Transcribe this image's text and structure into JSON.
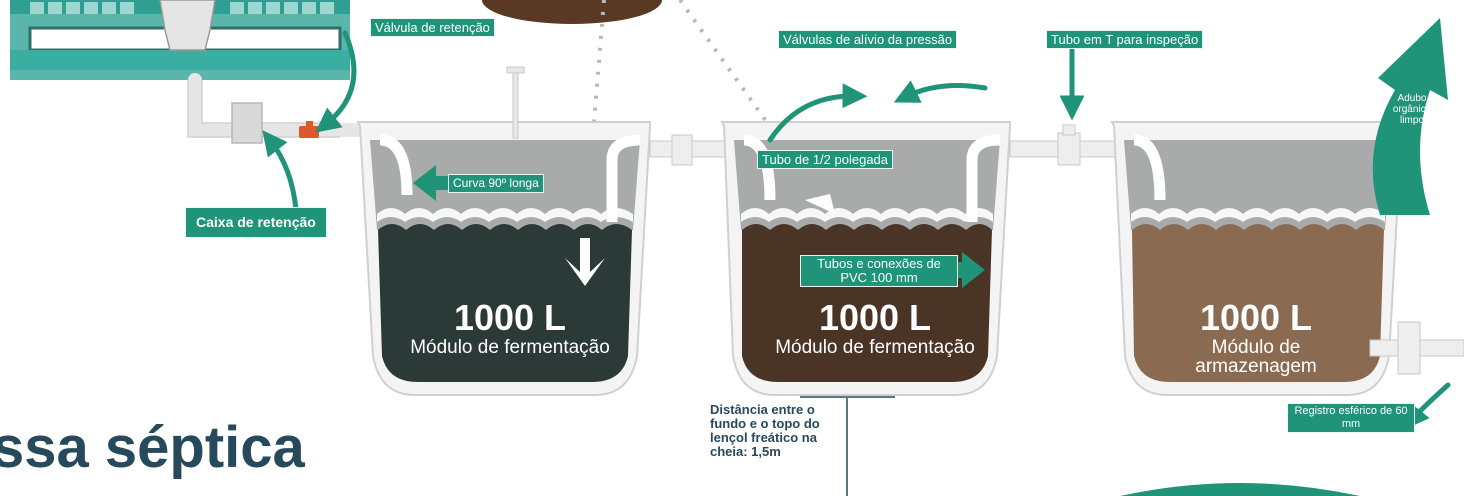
{
  "labels": {
    "valvula_retencao": "Válvula de retenção",
    "valvulas_alivio": "Válvulas de alívio da pressão",
    "tubo_t": "Tubo em T para inspeção",
    "curva": "Curva 90º longa",
    "tubo_meia": "Tubo de 1/2 polegada",
    "caixa_retencao": "Caixa de retenção",
    "tubos_conexoes": "Tubos e conexões de PVC 100 mm",
    "registro": "Registro esférico de 60 mm",
    "adubo": "Adubo orgânico limpo"
  },
  "tanks": [
    {
      "volume": "1000 L",
      "name": "Módulo de fermentação"
    },
    {
      "volume": "1000 L",
      "name": "Módulo de fermentação"
    },
    {
      "volume": "1000 L",
      "name": "Módulo de armazenagem"
    }
  ],
  "note": "Distância entre o fundo e o topo do lençol freático na cheia: 1,5m",
  "title": "ssa séptica",
  "colors": {
    "accent": "#1f9478",
    "tank1_liquid": "#2b3a37",
    "tank2_liquid": "#4a3426",
    "tank3_liquid": "#8a6b52",
    "gas": "#a9abab",
    "pipe": "#e0e0e0",
    "text_dark": "#26495b"
  }
}
